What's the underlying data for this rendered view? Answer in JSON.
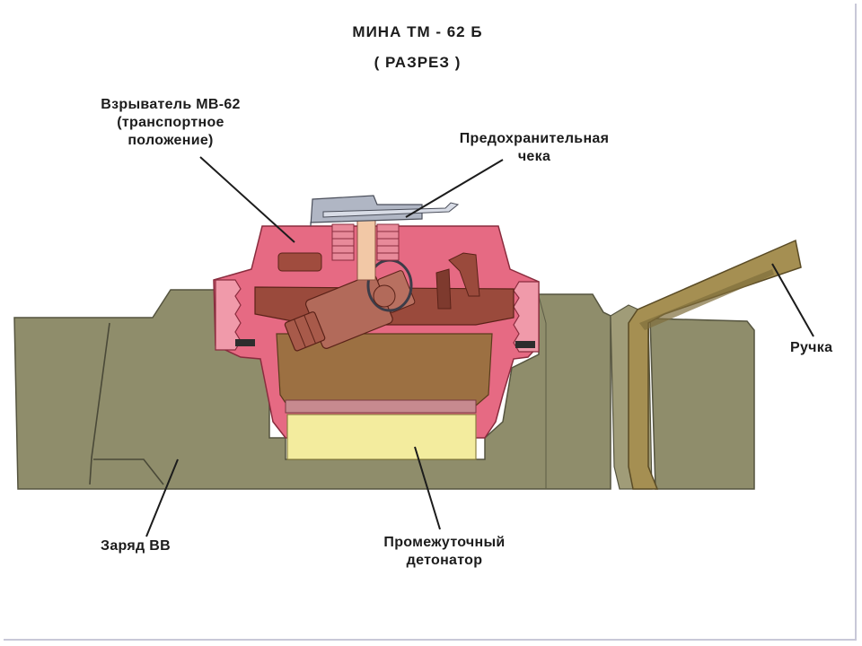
{
  "diagram": {
    "title": "МИНА  ТМ - 62 Б",
    "subtitle": "( РАЗРЕЗ )",
    "labels": {
      "fuse": [
        "Взрыватель МВ-62",
        "(транспортное",
        "положение)"
      ],
      "safety_pin": [
        "Предохранительная",
        "чека"
      ],
      "handle": "Ручка",
      "charge": "Заряд ВВ",
      "detonator": [
        "Промежуточный",
        "детонатор"
      ]
    },
    "colors": {
      "body": "#8f8d6b",
      "body_dark": "#77755a",
      "fuse_pink": "#e66a83",
      "fuse_light": "#f6b3c0",
      "mechanism": "#9a4a3c",
      "mechanism_dark": "#6e2e26",
      "cup": "#9c7042",
      "detonator": "#f3ec9e",
      "handle": "#a58f52",
      "pin": "#b0b6c4"
    }
  }
}
